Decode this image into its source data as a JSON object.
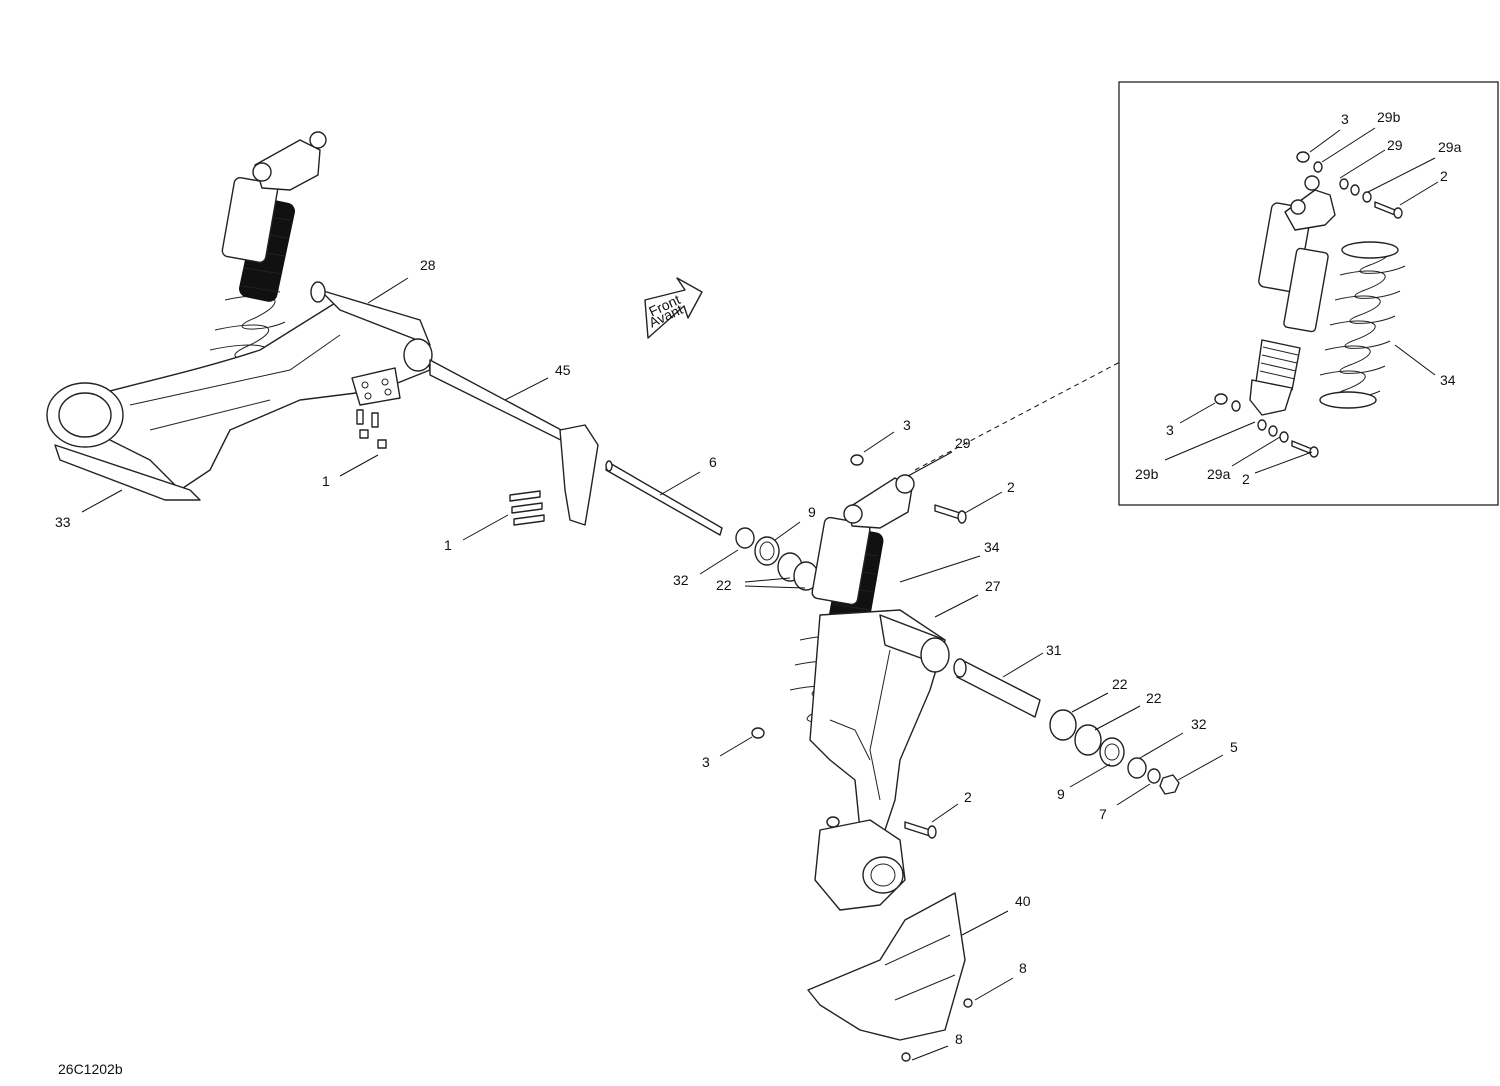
{
  "drawing_code": "26C1202b",
  "front_arrow": {
    "line1": "Front",
    "line2": "Avant"
  },
  "callouts": [
    {
      "id": "c28",
      "label": "28"
    },
    {
      "id": "c45",
      "label": "45"
    },
    {
      "id": "c1a",
      "label": "1"
    },
    {
      "id": "c33",
      "label": "33"
    },
    {
      "id": "c1b",
      "label": "1"
    },
    {
      "id": "c6",
      "label": "6"
    },
    {
      "id": "c3a",
      "label": "3"
    },
    {
      "id": "c29",
      "label": "29"
    },
    {
      "id": "c2a",
      "label": "2"
    },
    {
      "id": "c9a",
      "label": "9"
    },
    {
      "id": "c34a",
      "label": "34"
    },
    {
      "id": "c32a",
      "label": "32"
    },
    {
      "id": "c22a",
      "label": "22"
    },
    {
      "id": "c27",
      "label": "27"
    },
    {
      "id": "c31",
      "label": "31"
    },
    {
      "id": "c22b",
      "label": "22"
    },
    {
      "id": "c22c",
      "label": "22"
    },
    {
      "id": "c32b",
      "label": "32"
    },
    {
      "id": "c5",
      "label": "5"
    },
    {
      "id": "c3b",
      "label": "3"
    },
    {
      "id": "c9b",
      "label": "9"
    },
    {
      "id": "c7",
      "label": "7"
    },
    {
      "id": "c2b",
      "label": "2"
    },
    {
      "id": "c40",
      "label": "40"
    },
    {
      "id": "c8a",
      "label": "8"
    },
    {
      "id": "c8b",
      "label": "8"
    }
  ],
  "inset": {
    "callouts": [
      {
        "id": "i3a",
        "label": "3"
      },
      {
        "id": "i29b_top",
        "label": "29b"
      },
      {
        "id": "i29",
        "label": "29"
      },
      {
        "id": "i29a_top",
        "label": "29a"
      },
      {
        "id": "i2a",
        "label": "2"
      },
      {
        "id": "i34",
        "label": "34"
      },
      {
        "id": "i3b",
        "label": "3"
      },
      {
        "id": "i29b_bot",
        "label": "29b"
      },
      {
        "id": "i29a_bot",
        "label": "29a"
      },
      {
        "id": "i2b",
        "label": "2"
      }
    ]
  }
}
